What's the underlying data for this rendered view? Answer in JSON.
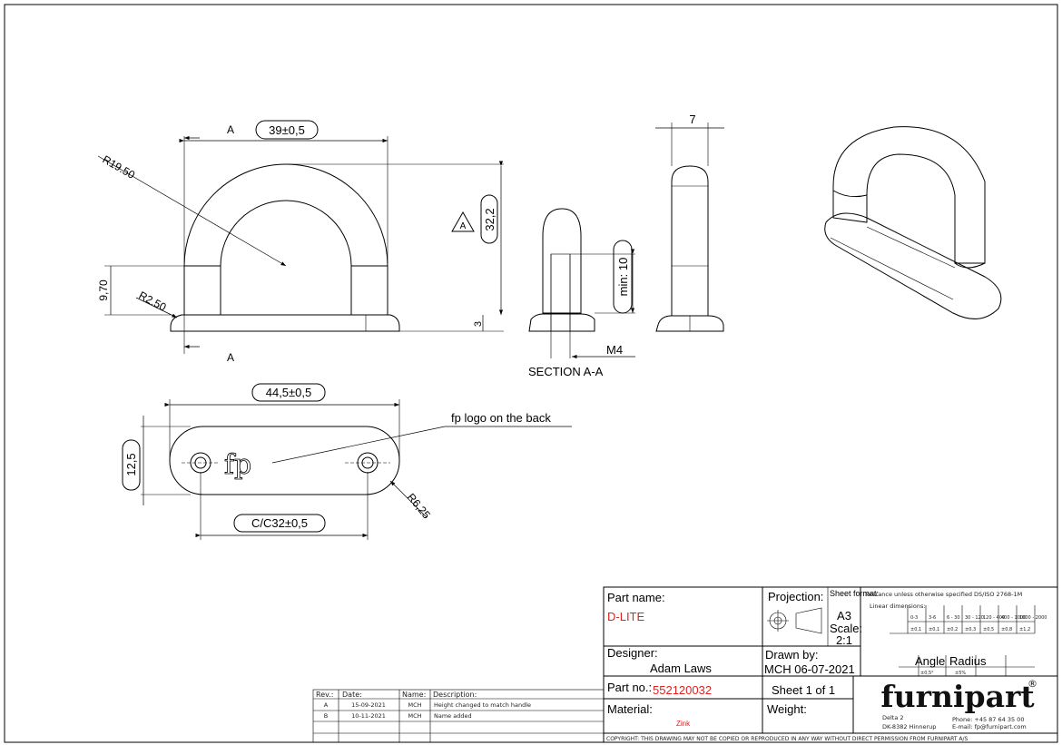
{
  "drawing": {
    "front_view": {
      "width_dim": "39±0,5",
      "height_dim": "32,2",
      "radius_outer": "R19.50",
      "radius_fillet": "R2.50",
      "leg_height": "9,70",
      "base_thickness": "3",
      "section_marker": "A",
      "datum_marker": "A"
    },
    "section_view": {
      "min_depth": "min: 10",
      "thread": "M4",
      "title": "SECTION A-A"
    },
    "side_view": {
      "thickness_dim": "7"
    },
    "bottom_view": {
      "length_dim": "44,5±0,5",
      "width_dim": "12,5",
      "center_dim": "C/C32±0,5",
      "end_radius": "R6,25",
      "logo_text": "fp",
      "note": "fp logo on the back"
    }
  },
  "title_block": {
    "part_name_label": "Part name:",
    "part_name": "D-LITE",
    "designer_label": "Designer:",
    "designer": "Adam Laws",
    "part_no_label": "Part no.:",
    "part_no": "552120032",
    "material_label": "Material:",
    "material": "Zink",
    "projection_label": "Projection:",
    "sheet_format_label": "Sheet format:",
    "sheet_format": "A3",
    "scale_label": "Scale:",
    "scale": "2:1",
    "drawn_by_label": "Drawn by:",
    "drawn_by": "MCH 06-07-2021",
    "sheet": "Sheet 1 of 1",
    "weight_label": "Weight:",
    "tolerance_title": "Tolerance unless otherwise specified DS/ISO 2768-1M",
    "linear_label": "Linear dimensions:",
    "linear_ranges": [
      "0-3",
      "3-6",
      "6 - 30",
      "30 - 120",
      "120 - 400",
      "400 - 1000",
      "1000 - 2000"
    ],
    "linear_tolerances": [
      "±0,1",
      "±0,1",
      "±0,2",
      "±0,3",
      "±0,5",
      "±0,8",
      "±1,2"
    ],
    "angle_label": "Angle",
    "radius_label": "Radius",
    "angle_tol": "±0,5°",
    "radius_tol": "±5%",
    "company": "furnipart",
    "address_1": "Delta 2",
    "address_2": "DK-8382 Hinnerup",
    "phone": "Phone:    +45 87 64 35 00",
    "email": "E-mail:  fp@furnipart.com",
    "copyright": "COPYRIGHT: THIS DRAWING MAY NOT BE COPIED OR REPRODUCED IN ANY WAY WITHOUT DIRECT PERMISSION FROM FURNIPART A/S"
  },
  "revisions": {
    "headers": [
      "Rev.:",
      "Date:",
      "Name:",
      "Description:"
    ],
    "rows": [
      [
        "A",
        "15-09-2021",
        "MCH",
        "Height changed to match handle"
      ],
      [
        "B",
        "10-11-2021",
        "MCH",
        "Name added"
      ]
    ]
  },
  "colors": {
    "accent_red": "#dd2222"
  }
}
